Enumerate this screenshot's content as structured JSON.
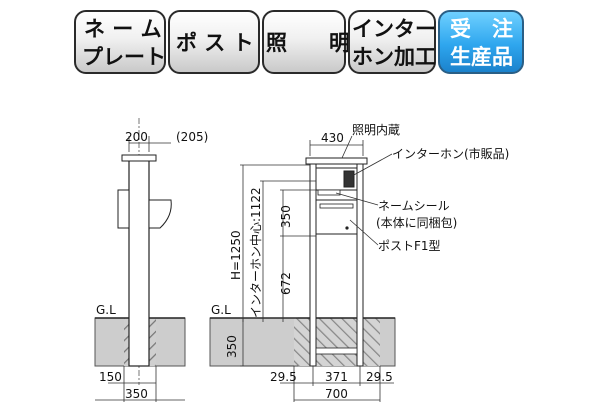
{
  "tabs": [
    {
      "line1": "ネ ー ム",
      "line2": "プレート"
    },
    {
      "line1": "ポ ス ト",
      "line2": ""
    },
    {
      "line1": "照　　明",
      "line2": ""
    },
    {
      "line1": "インター",
      "line2": "ホン加工"
    },
    {
      "line1": "受　注",
      "line2": "生産品"
    }
  ],
  "drawing": {
    "side_dims": {
      "width": "200",
      "width_alt": "(205)",
      "base_a": "150",
      "base_b": "350"
    },
    "front_dims": {
      "height_total": "H=1250",
      "intercom_center": "インターホン中心:1122",
      "upper": "350",
      "lower": "672",
      "embed": "350",
      "top_width": "430",
      "base_left": "29.5",
      "base_mid": "371",
      "base_right": "29.5",
      "base_total": "700"
    },
    "ground_label": "G.L",
    "callouts": {
      "light": "照明内蔵",
      "intercom": "インターホン(市販品)",
      "nameseal": "ネームシール",
      "nameseal_note": "(本体に同梱包)",
      "post": "ポストF1型"
    }
  }
}
